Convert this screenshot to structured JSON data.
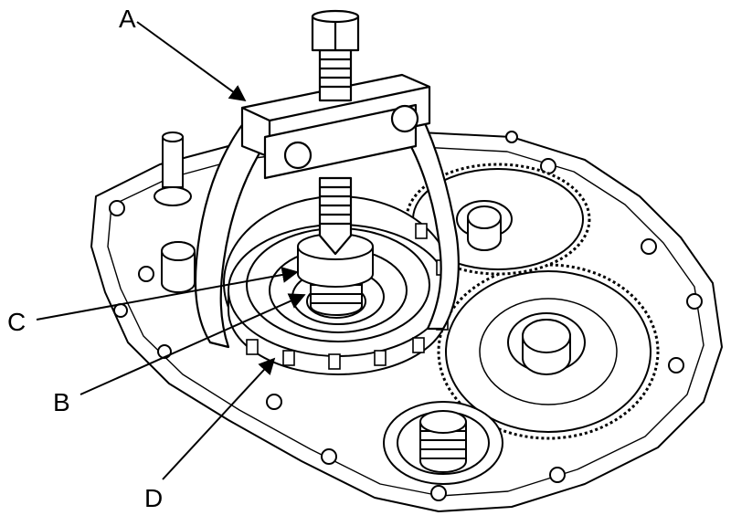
{
  "callouts": [
    {
      "id": "A",
      "label": "A"
    },
    {
      "id": "B",
      "label": "B"
    },
    {
      "id": "C",
      "label": "C"
    },
    {
      "id": "D",
      "label": "D"
    }
  ],
  "colors": {
    "line": "#000000",
    "fill": "#ffffff",
    "background": "#ffffff"
  }
}
